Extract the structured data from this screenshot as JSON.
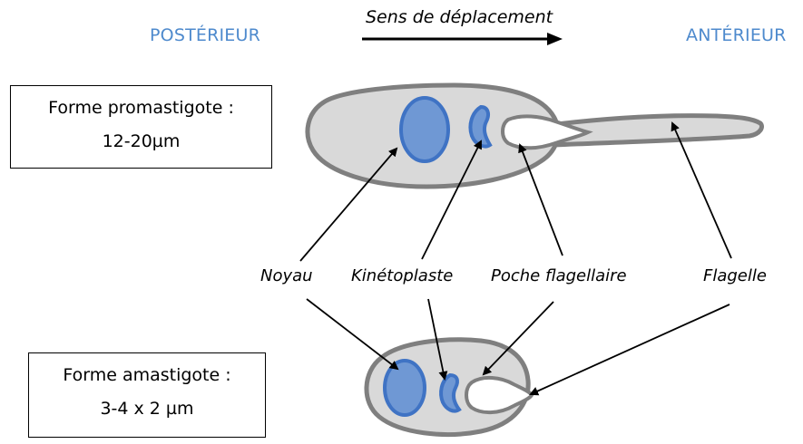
{
  "headings": {
    "posterior": "POSTÉRIEUR",
    "anterior": "ANTÉRIEUR",
    "direction": "Sens de déplacement"
  },
  "forms": {
    "promastigote": {
      "name": "Forme promastigote :",
      "size": "12-20µm"
    },
    "amastigote": {
      "name": "Forme amastigote :",
      "size": "3-4 x 2 µm"
    }
  },
  "labels": {
    "noyau": "Noyau",
    "kinetoplaste": "Kinétoplaste",
    "poche": "Poche flagellaire",
    "flagelle": "Flagelle"
  },
  "colors": {
    "heading": "#4e8acd",
    "organelle_fill": "#6f98d4",
    "organelle_stroke": "#3f73c4",
    "cell_fill": "#d9d9d9",
    "cell_stroke": "#7f7f7f"
  }
}
